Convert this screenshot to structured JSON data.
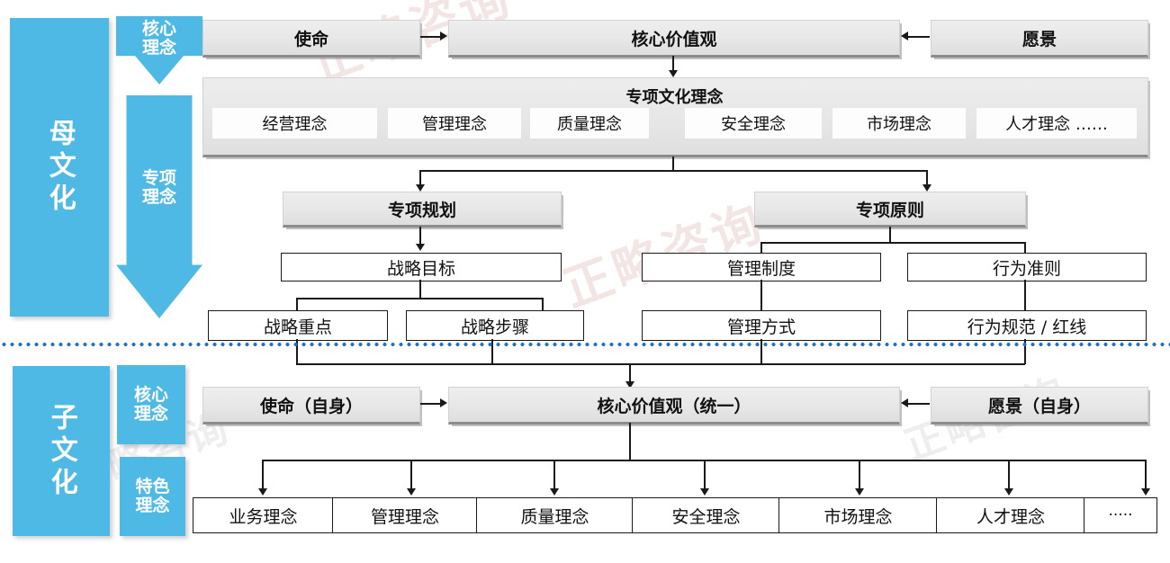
{
  "parent": {
    "band_label": "母文化",
    "arrows": [
      {
        "label": "核心理念",
        "name": "core-concept-arrow"
      },
      {
        "label": "专项理念",
        "name": "special-concept-arrow"
      }
    ],
    "top_row": {
      "mission": "使命",
      "core_values": "核心价值观",
      "vision": "愿景"
    },
    "special_culture": {
      "title": "专项文化理念",
      "items": [
        "经营理念",
        "管理理念",
        "质量理念",
        "安全理念",
        "市场理念",
        "人才理念  ……"
      ]
    },
    "plan_branch": {
      "header": "专项规划",
      "level2": "战略目标",
      "level3": [
        "战略重点",
        "战略步骤"
      ]
    },
    "principle_branch": {
      "header": "专项原则",
      "level2": [
        "管理制度",
        "行为准则"
      ],
      "level3": [
        "管理方式",
        "行为规范 / 红线"
      ]
    }
  },
  "child": {
    "band_label": "子文化",
    "tags": [
      {
        "label": "核心理念",
        "name": "child-core-concept-tag"
      },
      {
        "label": "特色理念",
        "name": "child-feature-concept-tag"
      }
    ],
    "top_row": {
      "mission": "使命（自身）",
      "core_values": "核心价值观（统一）",
      "vision": "愿景（自身）"
    },
    "concepts": [
      "业务理念",
      "管理理念",
      "质量理念",
      "安全理念",
      "市场理念",
      "人才理念",
      "·····"
    ]
  },
  "watermarks": [
    "正略咨询",
    "正略咨询",
    "正略咨询",
    "正略咨询"
  ],
  "colors": {
    "brand_blue": "#4FB9E6",
    "divider_blue": "#1f6fd0",
    "box_grey": "#e7e7e7",
    "line_black": "#1a1a1a"
  }
}
